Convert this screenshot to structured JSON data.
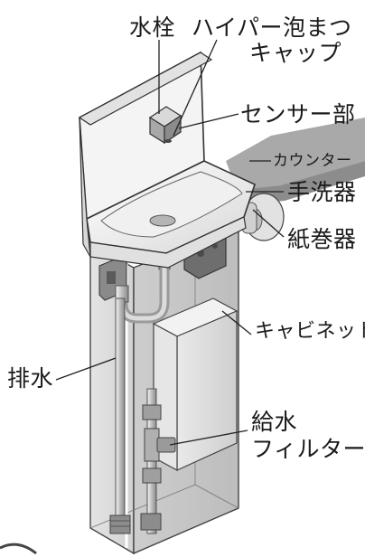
{
  "labels": {
    "faucet": "水栓",
    "aerator": "ハイパー泡まつ",
    "aerator2": "キャップ",
    "sensor": "センサー部",
    "counter": "カウンター",
    "basin": "手洗器",
    "paper": "紙巻器",
    "cabinet": "キャビネット",
    "drain": "排水",
    "water_filter": "給水",
    "water_filter2": "フィルター"
  }
}
